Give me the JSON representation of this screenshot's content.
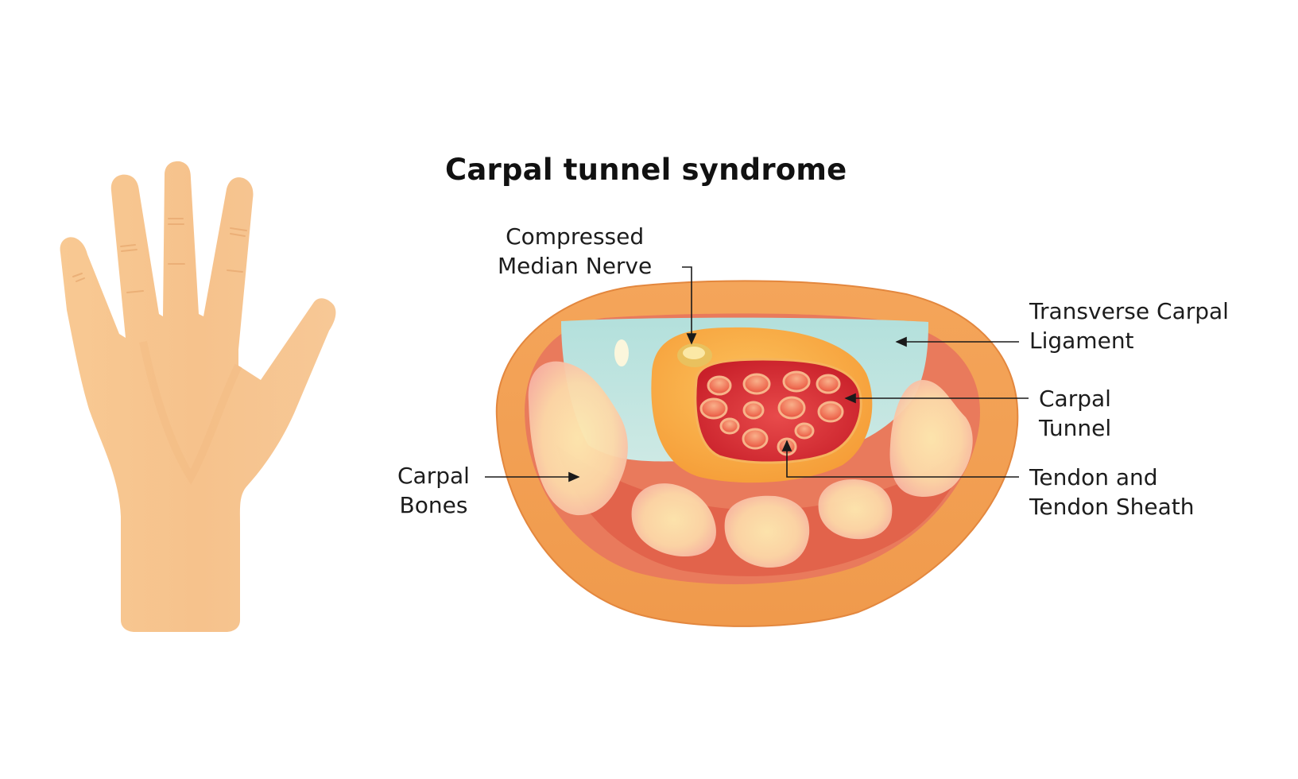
{
  "title": "Carpal tunnel syndrome",
  "labels": {
    "compressed_median_nerve": [
      "Compressed",
      "Median Nerve"
    ],
    "transverse_carpal_ligament": [
      "Transverse Carpal",
      "Ligament"
    ],
    "carpal_tunnel": [
      "Carpal",
      "Tunnel"
    ],
    "carpal_bones": [
      "Carpal",
      "Bones"
    ],
    "tendon_and_sheath": [
      "Tendon and",
      "Tendon Sheath"
    ]
  },
  "colors": {
    "skin": "#f7c38e",
    "outer_ring": "#ef9a4a",
    "ligament": "#bfe3de",
    "tunnel": "#d92a2a",
    "tendon": "#f07a5e",
    "bone": "#fbe1b9",
    "nerve": "#f2d27a",
    "tissue": "#e86a55"
  }
}
